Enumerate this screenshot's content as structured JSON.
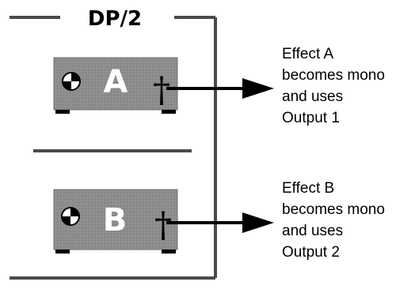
{
  "title": "DP/2",
  "units": [
    {
      "letter": "A",
      "knob_icon": "knob-icon",
      "dagger": "†",
      "note_lines": [
        "Effect A",
        "becomes mono",
        "and uses",
        "Output 1"
      ]
    },
    {
      "letter": "B",
      "knob_icon": "knob-icon",
      "dagger": "†",
      "note_lines": [
        "Effect B",
        "becomes mono",
        "and uses",
        "Output 2"
      ]
    }
  ],
  "colors": {
    "frame": "#4a4a4a",
    "unit_fill": "#8a8a8a",
    "arrow": "#000000"
  }
}
